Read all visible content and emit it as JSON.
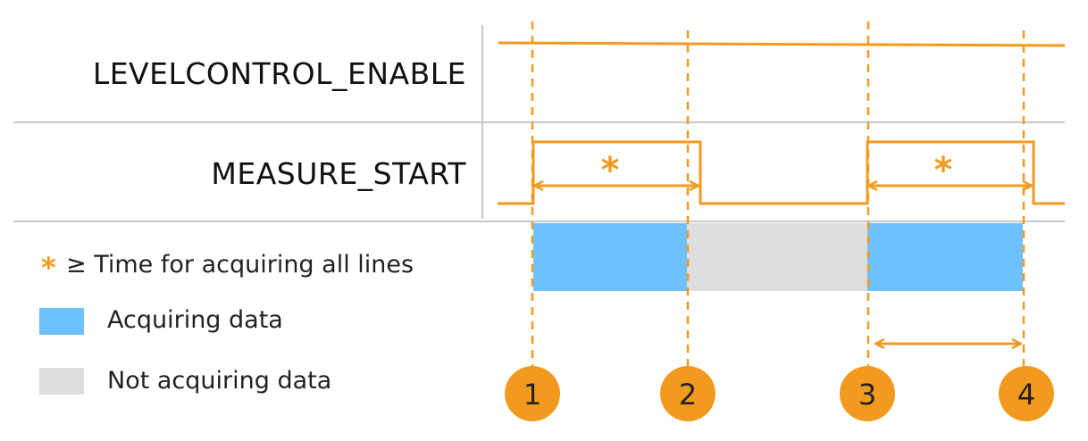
{
  "signals": {
    "enable": {
      "label": "LEVELCONTROL_ENABLE"
    },
    "measure_start": {
      "label": "MEASURE_START"
    }
  },
  "legend": {
    "min_time": {
      "symbol": "*",
      "text": "≥ Time for acquiring all lines"
    },
    "acquiring": {
      "text": "Acquiring data"
    },
    "not_acquiring": {
      "text": "Not acquiring data"
    }
  },
  "interval_marks": [
    {
      "symbol": "*"
    },
    {
      "symbol": "*"
    }
  ],
  "markers": [
    {
      "number": "1"
    },
    {
      "number": "2"
    },
    {
      "number": "3"
    },
    {
      "number": "4"
    }
  ],
  "colors": {
    "signal": "#F29A1F",
    "acquiring": "#6EC1FF",
    "not_acquiring": "#DEDEDE",
    "marker_fill": "#F29A1F",
    "grid": "#C8C8C8"
  }
}
